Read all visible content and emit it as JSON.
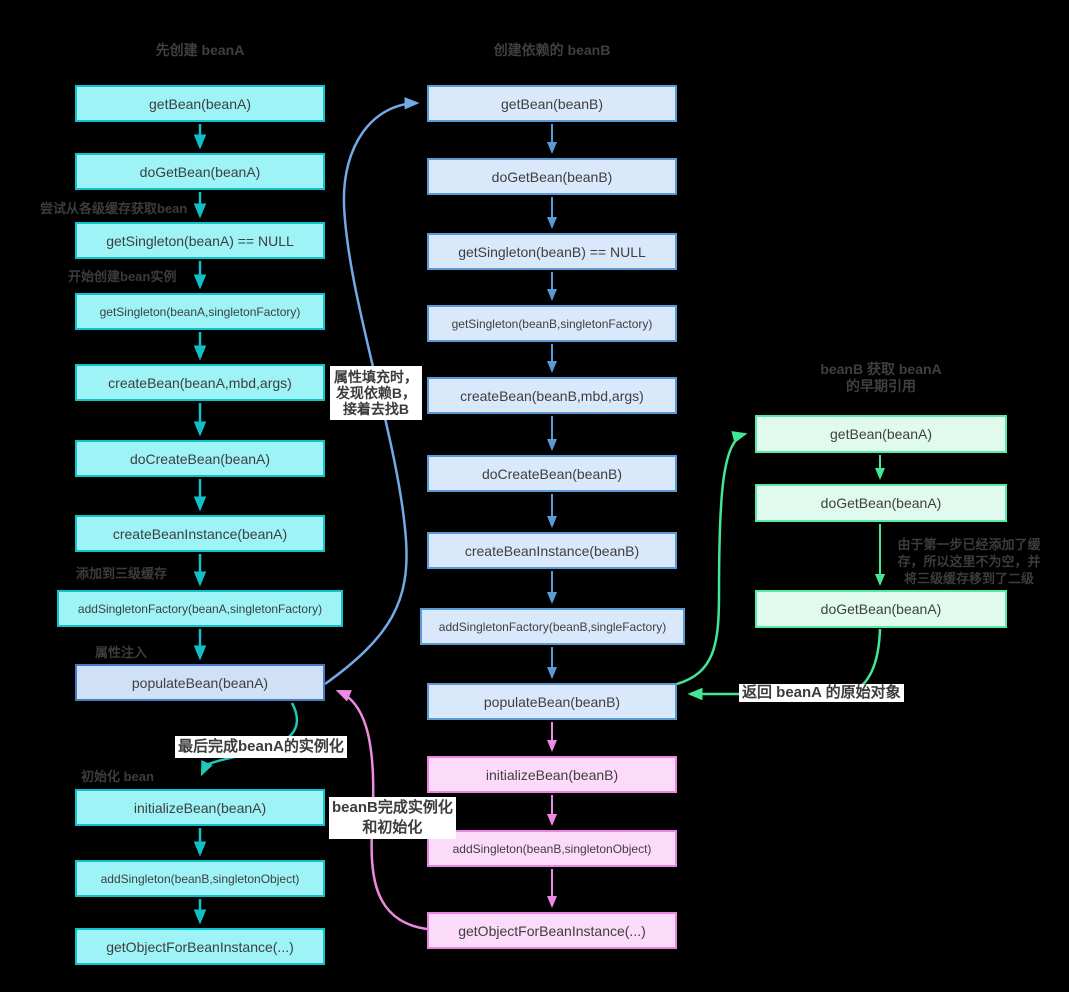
{
  "left": {
    "title": "先创建 beanA",
    "boxes": [
      "getBean(beanA)",
      "doGetBean(beanA)",
      "getSingleton(beanA) == NULL",
      "getSingleton(beanA,singletonFactory)",
      "createBean(beanA,mbd,args)",
      "doCreateBean(beanA)",
      "createBeanInstance(beanA)",
      "addSingletonFactory(beanA,singletonFactory)",
      "populateBean(beanA)",
      "initializeBean(beanA)",
      "addSingleton(beanB,singletonObject)",
      "getObjectForBeanInstance(...)"
    ]
  },
  "middle": {
    "title": "创建依赖的 beanB",
    "boxes": [
      "getBean(beanB)",
      "doGetBean(beanB)",
      "getSingleton(beanB) == NULL",
      "getSingleton(beanB,singletonFactory)",
      "createBean(beanB,mbd,args)",
      "doCreateBean(beanB)",
      "createBeanInstance(beanB)",
      "addSingletonFactory(beanB,singleFactory)",
      "populateBean(beanB)",
      "initializeBean(beanB)",
      "addSingleton(beanB,singletonObject)",
      "getObjectForBeanInstance(...)"
    ]
  },
  "right": {
    "title": "beanB 获取 beanA\n的早期引用",
    "boxes": [
      "getBean(beanA)",
      "doGetBean(beanA)",
      "doGetBean(beanA)"
    ]
  },
  "notes": {
    "try_cache": "尝试从各级缓存获取bean",
    "begin_create": "开始创建bean实例",
    "add_l3_cache": "添加到三级缓存",
    "property_inject": "属性注入",
    "init_bean": "初始化 bean",
    "cache_moved": "由于第一步已经添加了缓\n存，所以这里不为空，并\n将三级缓存移到了二级"
  },
  "labels": {
    "find_b": "属性填充时，\n发现依赖B，\n接着去找B",
    "finish_a": "最后完成beanA的实例化",
    "finish_b": "beanB完成实例化\n和初始化",
    "return_a": "返回 beanA 的原始对象"
  },
  "colors": {
    "cyan_fill": "#9df3f5",
    "cyan_border": "#0fc3cb",
    "cyan_arrow": "#13bfc6",
    "blue_fill": "#d9e8fb",
    "blue_border": "#5b9bd5",
    "blue_curve": "#74a9e8",
    "green_fill": "#e0fbee",
    "green_border": "#57e9a6",
    "green_arrow": "#42e795",
    "pink_fill": "#fcdafa",
    "pink_border": "#ea86e2",
    "pink_arrow": "#ee8ae4",
    "teal_curve": "#1ec9b8",
    "background": "#000000"
  }
}
